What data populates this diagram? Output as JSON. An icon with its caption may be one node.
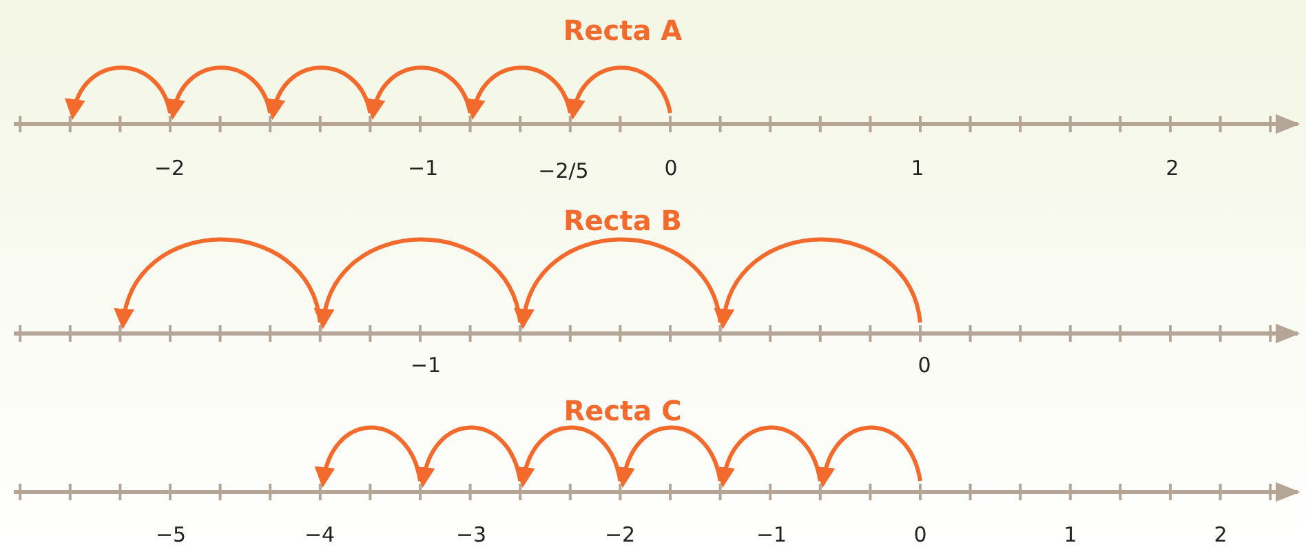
{
  "diagram": {
    "labels": [
      "Recta A",
      "−2",
      "−1",
      "−2/5",
      "0",
      "1",
      "2",
      "Recta B",
      "−1",
      "0",
      "Recta C",
      "−5",
      "−4",
      "−3",
      "−2",
      "−1",
      "0",
      "1",
      "2"
    ]
  }
}
